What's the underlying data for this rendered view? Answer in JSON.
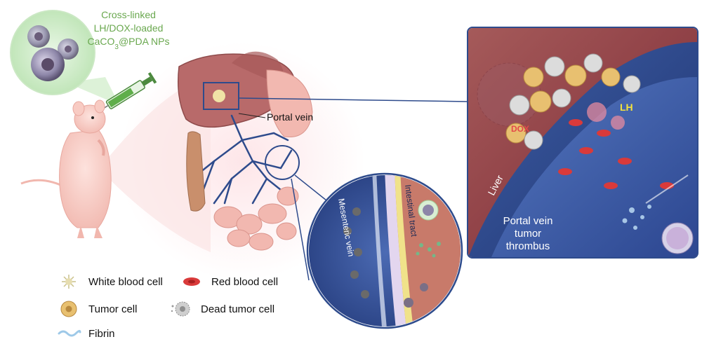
{
  "nanoparticle_label": {
    "line1": "Cross-linked",
    "line2": "LH/DOX-loaded",
    "line3_prefix": "CaCO",
    "line3_sub": "3",
    "line3_suffix": "@PDA NPs"
  },
  "labels": {
    "portal_vein": "Portal vein",
    "mesenteric_vein": "Mesenteric vein",
    "intestinal_tract": "Intestinal tract",
    "liver": "Liver",
    "lh": "LH",
    "dox": "DOX",
    "thrombus_line1": "Portal vein",
    "thrombus_line2": "tumor",
    "thrombus_line3": "thrombus"
  },
  "legend": {
    "white_blood_cell": "White blood cell",
    "red_blood_cell": "Red blood cell",
    "tumor_cell": "Tumor cell",
    "dead_tumor_cell": "Dead tumor cell",
    "fibrin": "Fibrin"
  },
  "colors": {
    "nanoparticle_text": "#6aa84f",
    "liver": "#b86a6a",
    "vein": "#2e4b8c",
    "red_blood_cell": "#d93a3a",
    "tumor_cell": "#e8c070",
    "dead_tumor_cell": "#b5b5b5",
    "fibrin": "#9ec9e8",
    "lh_text": "#f5e33b",
    "dox_text": "#e44a4a"
  },
  "icons": [
    "nanoparticle-icon",
    "syringe-icon",
    "mouse-icon",
    "liver-icon",
    "intestine-icon",
    "magnifier-circle-icon"
  ]
}
